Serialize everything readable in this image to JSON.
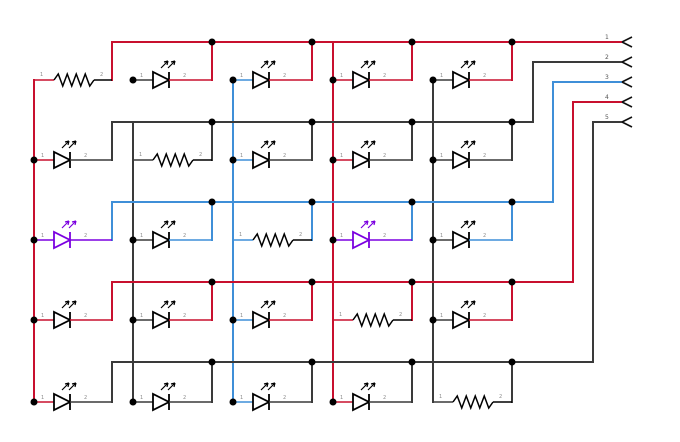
{
  "colors": {
    "background": "#ffffff",
    "line_red": "#c8102e",
    "line_black": "#3a3a3a",
    "line_blue": "#3f8fd8",
    "led_lit": "#7b00e0",
    "symbol": "#000000",
    "pin_text": "#8a8a8a"
  },
  "connector": {
    "pins": [
      "1",
      "2",
      "3",
      "4",
      "5"
    ]
  },
  "pin_labels": {
    "pin1": "1",
    "pin2": "2"
  },
  "matrix": {
    "cells": [
      [
        "resistor",
        "led",
        "led",
        "led",
        "led"
      ],
      [
        "led",
        "resistor",
        "led",
        "led",
        "led"
      ],
      [
        "led-lit",
        "led",
        "resistor",
        "led-lit",
        "led"
      ],
      [
        "led",
        "led",
        "led",
        "resistor",
        "led"
      ],
      [
        "led",
        "led",
        "led",
        "led",
        "resistor"
      ]
    ],
    "row_colors": [
      "line_red",
      "line_black",
      "line_blue",
      "line_red",
      "line_black"
    ]
  }
}
